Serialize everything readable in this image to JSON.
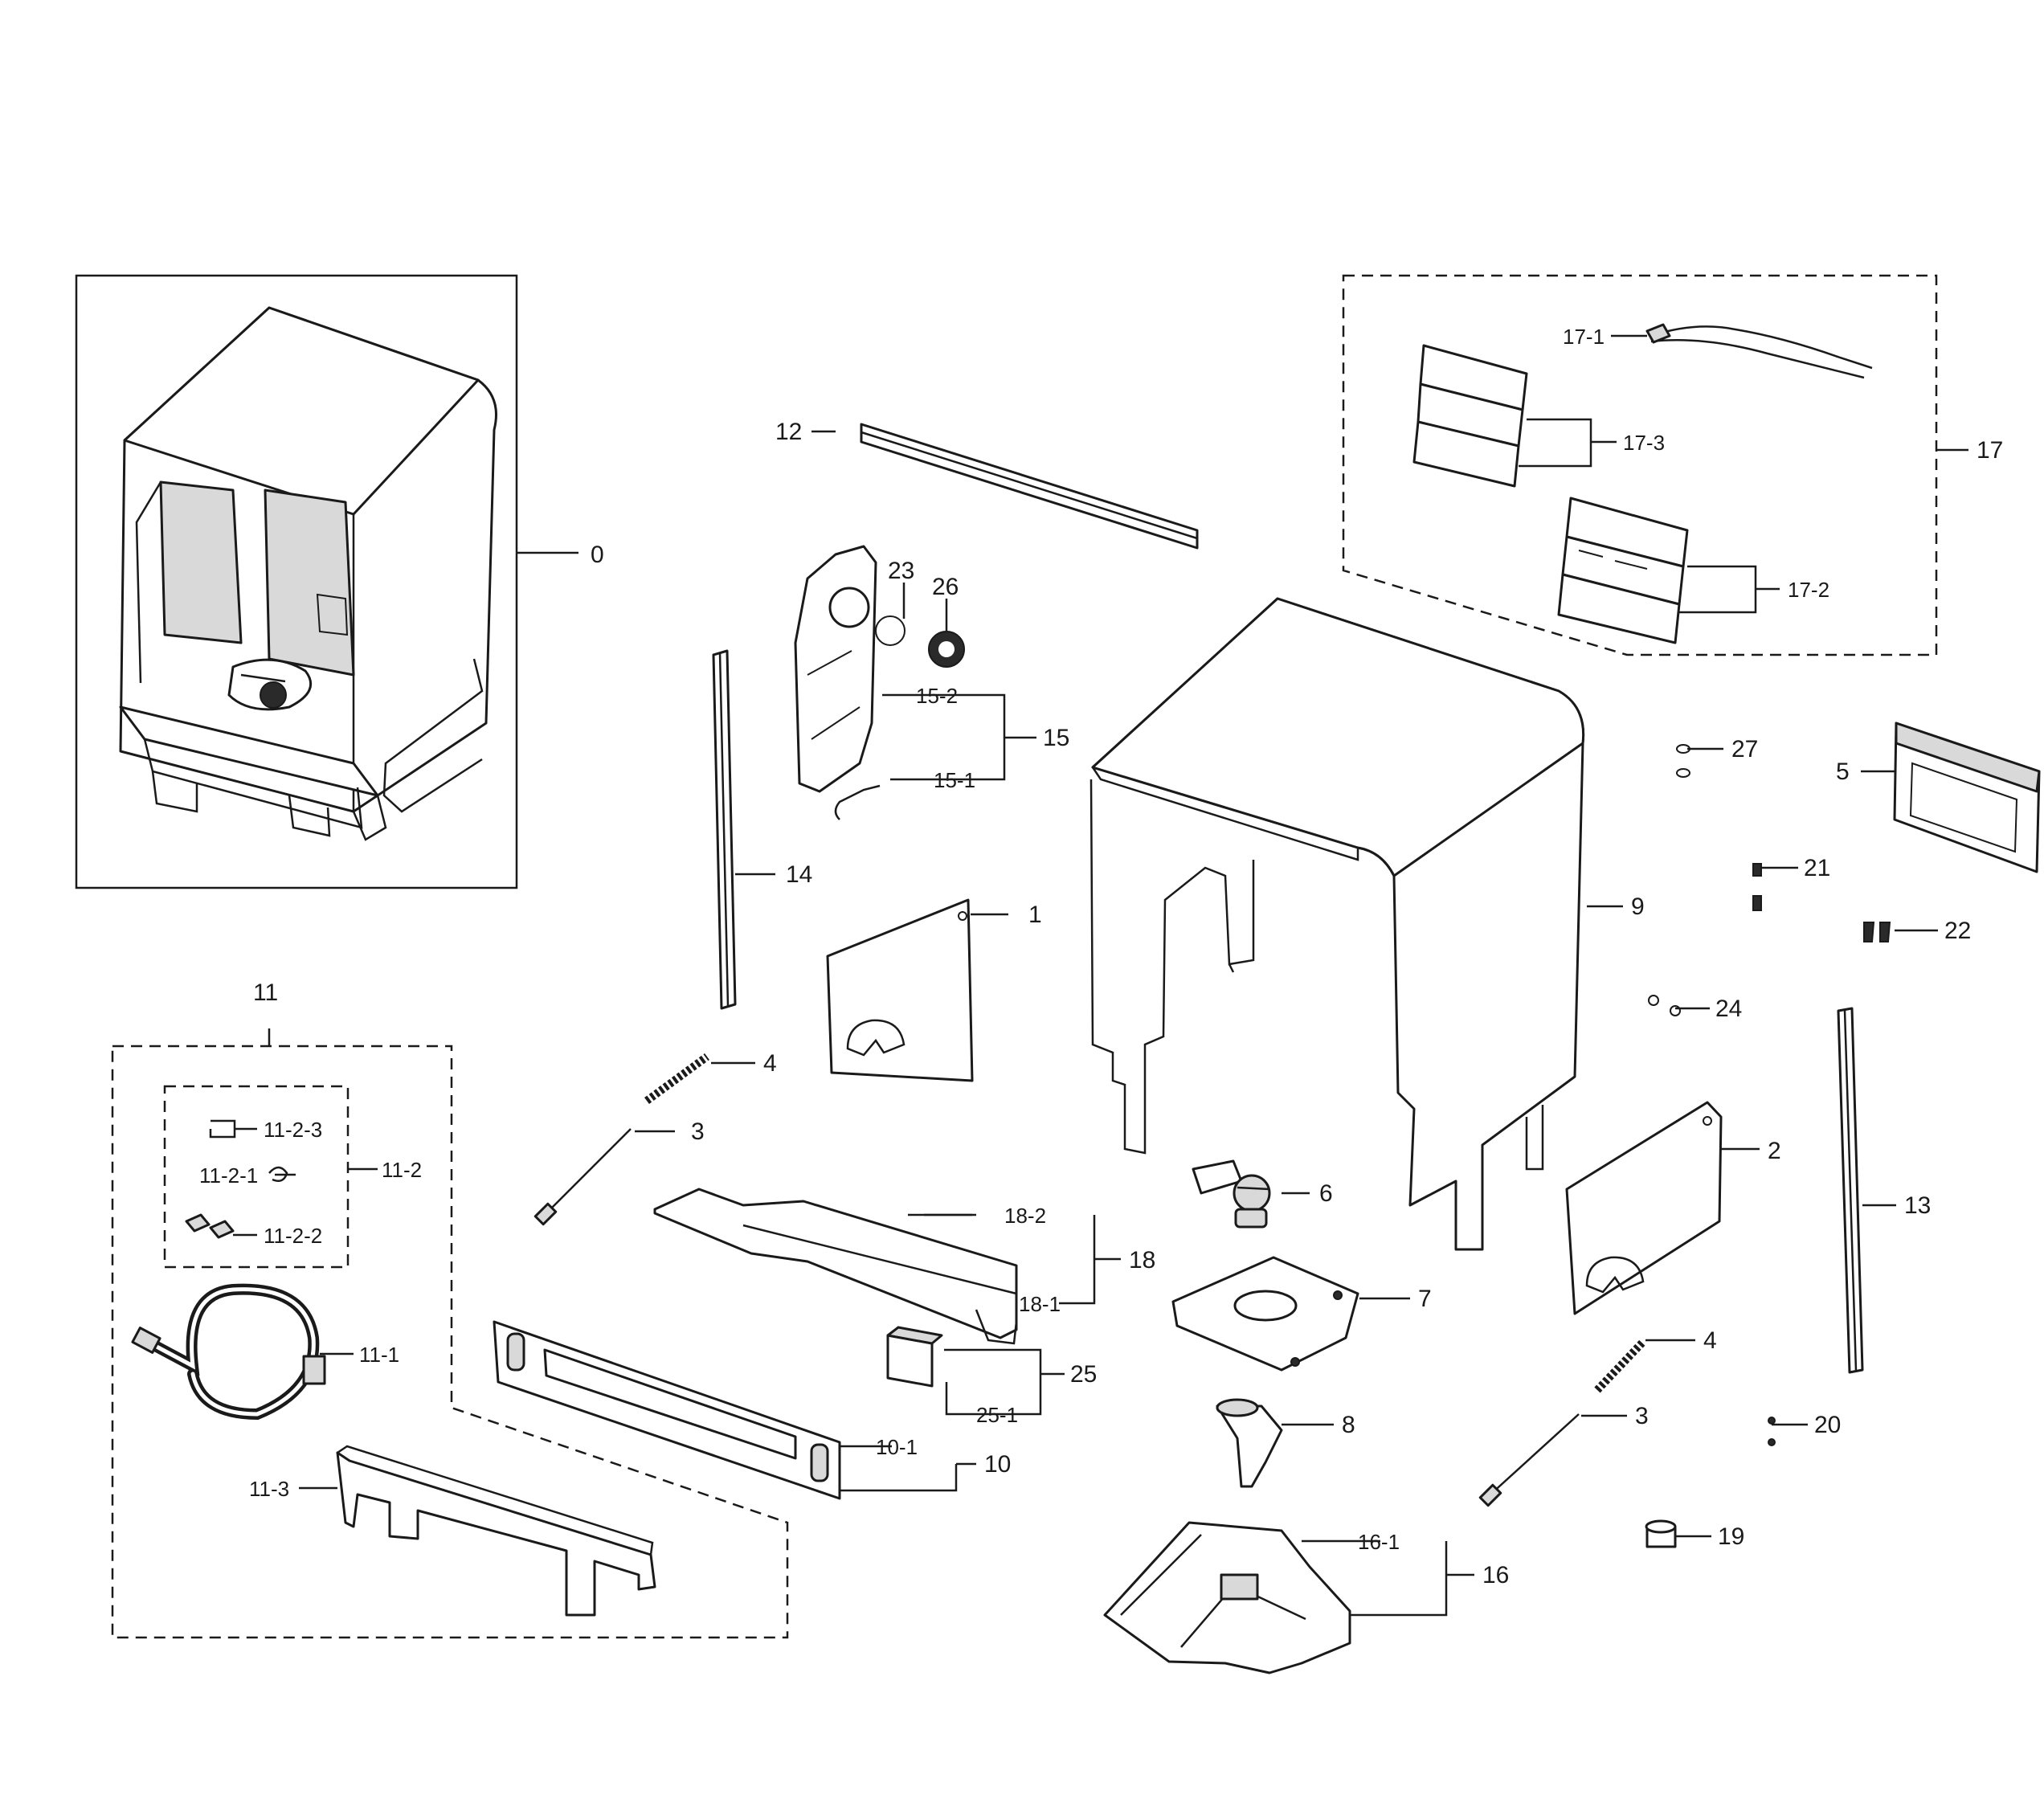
{
  "labels": {
    "p0": "0",
    "p1": "1",
    "p2": "2",
    "p3a": "3",
    "p3b": "3",
    "p4a": "4",
    "p4b": "4",
    "p5": "5",
    "p6": "6",
    "p7": "7",
    "p8": "8",
    "p9": "9",
    "p10": "10",
    "p10_1": "10-1",
    "p11": "11",
    "p11_1": "11-1",
    "p11_2": "11-2",
    "p11_2_1": "11-2-1",
    "p11_2_2": "11-2-2",
    "p11_2_3": "11-2-3",
    "p11_3": "11-3",
    "p12": "12",
    "p13": "13",
    "p14": "14",
    "p15": "15",
    "p15_1": "15-1",
    "p15_2": "15-2",
    "p16": "16",
    "p16_1": "16-1",
    "p17": "17",
    "p17_1": "17-1",
    "p17_2": "17-2",
    "p17_3": "17-3",
    "p18": "18",
    "p18_1": "18-1",
    "p18_2": "18-2",
    "p19": "19",
    "p20": "20",
    "p21": "21",
    "p22": "22",
    "p23": "23",
    "p24": "24",
    "p25": "25",
    "p25_1": "25-1",
    "p26": "26",
    "p27": "27"
  }
}
